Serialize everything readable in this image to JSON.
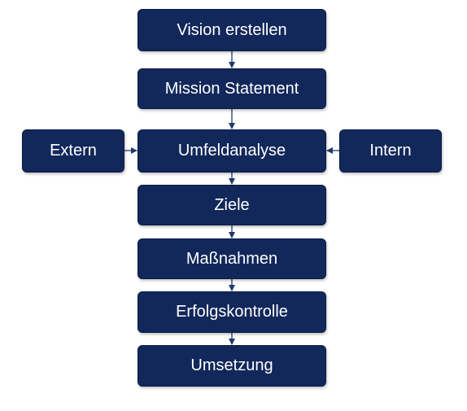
{
  "diagram": {
    "nodes": {
      "vision": "Vision erstellen",
      "mission": "Mission Statement",
      "umfeld": "Umfeldanalyse",
      "extern": "Extern",
      "intern": "Intern",
      "ziele": "Ziele",
      "massnahmen": "Maßnahmen",
      "erfolgskontrolle": "Erfolgskontrolle",
      "umsetzung": "Umsetzung"
    },
    "edges": [
      {
        "from": "vision",
        "to": "mission"
      },
      {
        "from": "mission",
        "to": "umfeld"
      },
      {
        "from": "extern",
        "to": "umfeld"
      },
      {
        "from": "intern",
        "to": "umfeld"
      },
      {
        "from": "umfeld",
        "to": "ziele"
      },
      {
        "from": "ziele",
        "to": "massnahmen"
      },
      {
        "from": "massnahmen",
        "to": "erfolgskontrolle"
      },
      {
        "from": "erfolgskontrolle",
        "to": "umsetzung"
      }
    ],
    "colors": {
      "node_fill": "#12285b",
      "node_text": "#ffffff",
      "connector": "#1f3a6e"
    }
  }
}
